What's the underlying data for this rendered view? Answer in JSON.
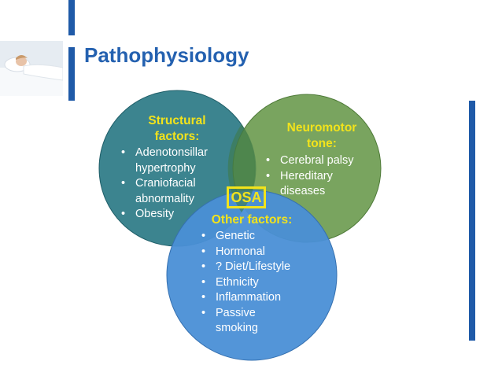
{
  "title": "Pathophysiology",
  "colors": {
    "title": "#2461b0",
    "accent_bar": "#1f5aa8",
    "structural_circle": "#2b7a86",
    "neuromotor_circle": "#6a9a4e",
    "other_circle": "#4a8fd6",
    "heading_text": "#f2e31b"
  },
  "venn": {
    "structural": {
      "heading": "Structural\nfactors:",
      "items": [
        "Adenotonsillar hypertrophy",
        "Craniofacial abnormality",
        "Obesity"
      ]
    },
    "neuromotor": {
      "heading": "Neuromotor\ntone:",
      "items": [
        "Cerebral palsy",
        "Hereditary diseases"
      ]
    },
    "other": {
      "heading": "Other factors:",
      "items": [
        "Genetic",
        "Hormonal",
        "? Diet/Lifestyle",
        "Ethnicity",
        "Inflammation",
        "Passive smoking"
      ]
    },
    "center_label": "OSA"
  }
}
